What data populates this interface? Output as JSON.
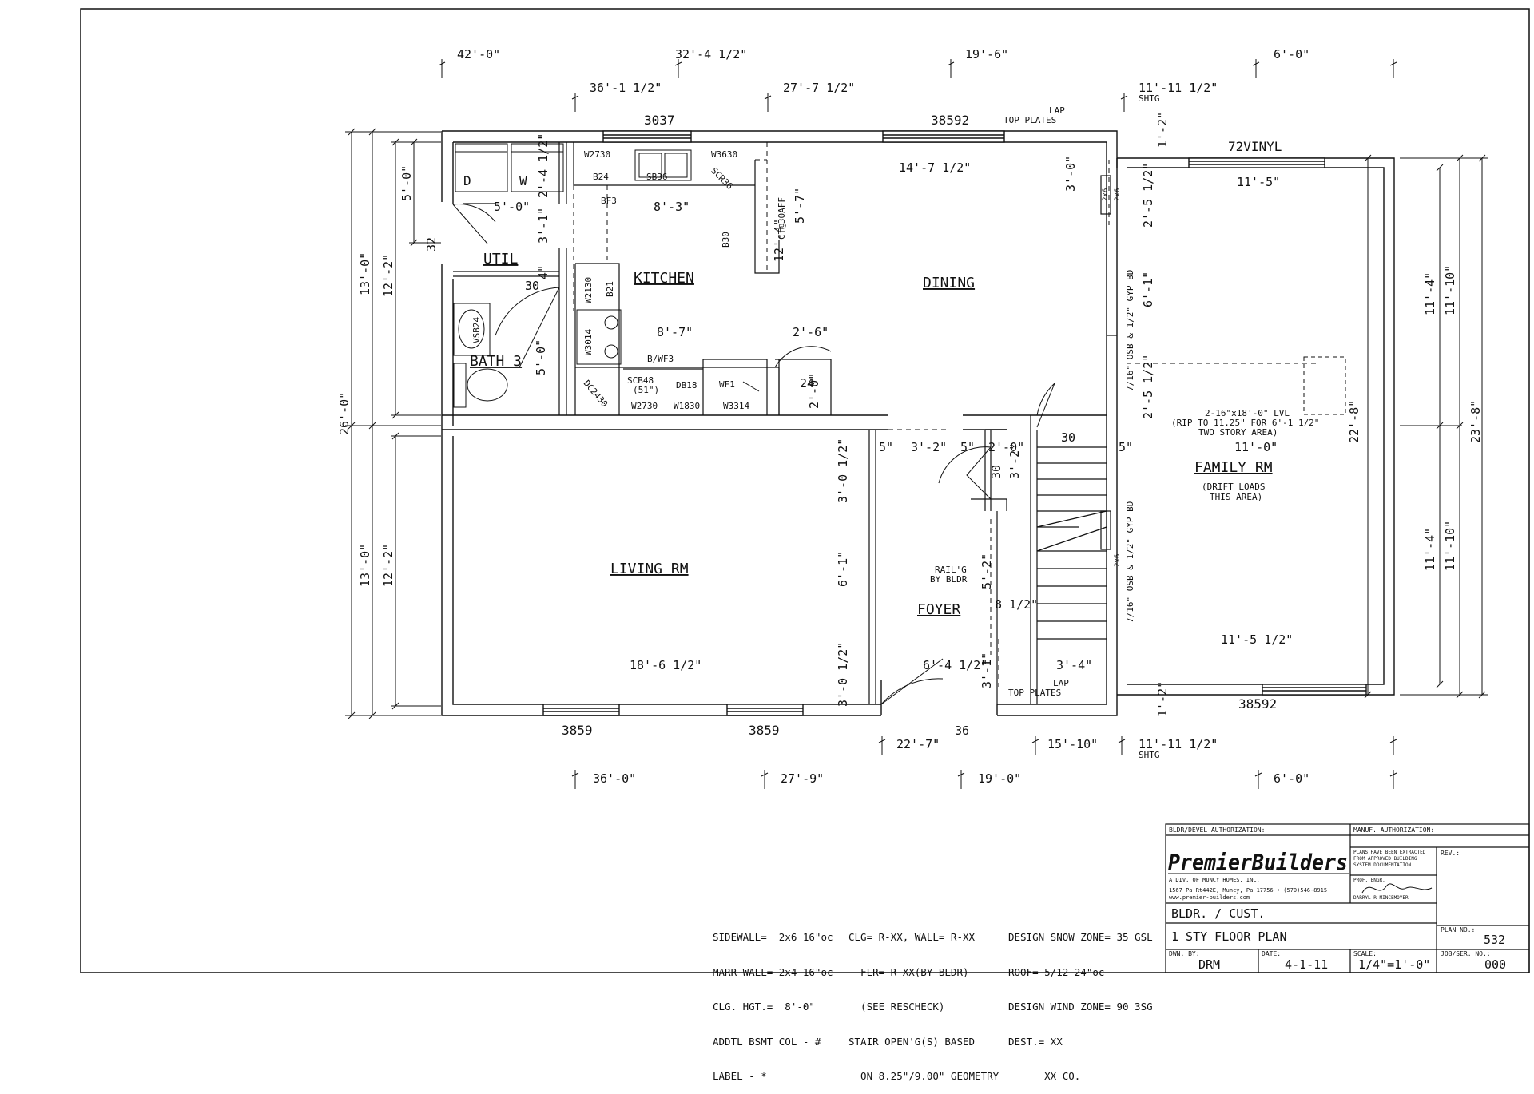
{
  "rooms": {
    "kitchen": "KITCHEN",
    "dining": "DINING",
    "util": "UTIL",
    "bath": "BATH 3",
    "living": "LIVING RM",
    "foyer": "FOYER",
    "family": "FAMILY RM"
  },
  "appliances": {
    "dryer": "D",
    "washer": "W"
  },
  "notes_drawing": {
    "drift": [
      "(DRIFT LOADS",
      "THIS AREA)"
    ],
    "lvl": [
      "2-16\"x18'-0\" LVL",
      "(RIP TO 11.25\" FOR 6'-1 1/2\"",
      "TWO STORY AREA)"
    ],
    "rail": [
      "RAIL'G",
      "BY BLDR"
    ],
    "lap_top": [
      "LAP",
      "TOP PLATES"
    ],
    "lap_bottom": [
      "LAP",
      "TOP PLATES"
    ],
    "shtg": "SHTG",
    "osb": "7/16\" OSB & 1/2\" GYP BD"
  },
  "windows": {
    "top_left": "3037",
    "top_mid": "38592",
    "top_right": "72VINYL",
    "bottom_left": "3859",
    "bottom_mid": "3859",
    "bottom_right": "38592"
  },
  "cabinets": {
    "w2730_top": "W2730",
    "b24": "B24",
    "sb36": "SB36",
    "w3630": "W3630",
    "scr36": "SCR36",
    "bf3": "BF3",
    "b30": "B30",
    "ct": "CT@30AFF",
    "w2130": "W2130",
    "b21": "B21",
    "w3014": "W3014",
    "bwf3": "B/WF3",
    "scb48": "SCB48",
    "scb48b": "(51\")",
    "db18": "DB18",
    "wf1": "WF1",
    "dc2430": "DC2430",
    "w2730_bot": "W2730",
    "w1830": "W1830",
    "w3314": "W3314",
    "vsb24": "VSB24",
    "n24": "24",
    "n30a": "30",
    "n30b": "30",
    "n30c": "30",
    "n32": "32",
    "n36": "36"
  },
  "dims": {
    "top1": "42'-0\"",
    "top2": "32'-4 1/2\"",
    "top3": "19'-6\"",
    "top4": "6'-0\"",
    "top5": "36'-1 1/2\"",
    "top6": "27'-7 1/2\"",
    "top7": "11'-11 1/2\"",
    "d_14_7": "14'-7 1/2\"",
    "d_11_5": "11'-5\"",
    "d_5_0a": "5'-0\"",
    "d_8_3": "8'-3\"",
    "d_2_4": "2'-4 1/2\"",
    "d_5_7": "5'-7\"",
    "d_12_4": "12'-4\"",
    "d_3_1": "3'-1\"",
    "d_4": "4\"",
    "d_8_7": "8'-7\"",
    "d_2_6": "2'-6\"",
    "d_2_0a": "2'-0\"",
    "d_5_0b": "5'-0\"",
    "d_3_0a": "3'-0\"",
    "d_1_2a": "1'-2\"",
    "d_1_2b": "1'-2\"",
    "d_2_5a": "2'-5 1/2\"",
    "d_6_1a": "6'-1\"",
    "d_2_5b": "2'-5 1/2\"",
    "d_5a": "5\"",
    "d_3_2": "3'-2\"",
    "d_5b": "5\"",
    "d_2_0b": "2'-0\"",
    "d_5c": "5\"",
    "d_11_0": "11'-0\"",
    "d_3_2v": "3'-2\"",
    "d_3_0_l1": "3'-0 1/2\"",
    "d_6_1b": "6'-1\"",
    "d_3_0_l2": "3'-0 1/2\"",
    "d_5_2": "5'-2\"",
    "d_8_1": "8 1/2\"",
    "d_18_6": "18'-6 1/2\"",
    "d_6_4": "6'-4 1/2\"",
    "d_3_1b": "3'-1\"",
    "d_3_4": "3'-4\"",
    "d_11_5b": "11'-5 1/2\"",
    "d_22_8": "22'-8\"",
    "d_11_4a": "11'-4\"",
    "d_11_10a": "11'-10\"",
    "d_11_4b": "11'-4\"",
    "d_11_10b": "11'-10\"",
    "d_23_8": "23'-8\"",
    "l_13_0a": "13'-0\"",
    "l_12_2a": "12'-2\"",
    "l_5_0": "5'-0\"",
    "l_26_0": "26'-0\"",
    "l_13_0b": "13'-0\"",
    "l_12_2b": "12'-2\"",
    "b1": "22'-7\"",
    "b2": "15'-10\"",
    "b3": "11'-11 1/2\"",
    "b4": "36'-0\"",
    "b5": "27'-9\"",
    "b6": "19'-0\"",
    "b7": "6'-0\"",
    "st_2x6a": "2x6",
    "st_2x6b": "2x6",
    "st_2x6c": "2x6"
  },
  "spec_notes": {
    "col1": [
      "SIDEWALL=  2x6 16\"oc",
      "MARR WALL= 2x4 16\"oc",
      "CLG. HGT.=  8'-0\"",
      "ADDTL BSMT COL - #",
      "LABEL - *"
    ],
    "col2": [
      "CLG= R-XX, WALL= R-XX",
      "  FLR= R-XX(BY BLDR)",
      "  (SEE RESCHECK)",
      "STAIR OPEN'G(S) BASED",
      "  ON 8.25\"/9.00\" GEOMETRY"
    ],
    "col3": [
      "DESIGN SNOW ZONE= 35 GSL",
      "ROOF= 5/12 24\"oc",
      "DESIGN WIND ZONE= 90 3SG",
      "DEST.= XX",
      "      XX CO."
    ]
  },
  "title_block": {
    "bldr_auth": "BLDR/DEVEL AUTHORIZATION:",
    "manuf_auth": "MANUF. AUTHORIZATION:",
    "company": "PremierBuilders",
    "division": "A DIV. OF MUNCY HOMES, INC.",
    "address": "1567 Pa Rt442E, Muncy, Pa 17756 • (570)546-8915",
    "website": "www.premier-builders.com",
    "disclaimer": [
      "PLANS HAVE BEEN EXTRACTED",
      "FROM APPROVED BUILDING",
      "SYSTEM DOCUMENTATION"
    ],
    "prof_engr": "PROF. ENGR.",
    "engineer": "DARRYL R MINCEMOYER",
    "rev": "REV.:",
    "customer": "BLDR. / CUST.",
    "sheet_title": "1 STY FLOOR PLAN",
    "plan_no_label": "PLAN NO.:",
    "plan_no": "532",
    "drawn_by_label": "DWN. BY:",
    "drawn_by": "DRM",
    "date_label": "DATE:",
    "date": "4-1-11",
    "scale_label": "SCALE:",
    "scale": "1/4\"=1'-0\"",
    "job_label": "JOB/SER. NO.:",
    "job_no": "000"
  }
}
